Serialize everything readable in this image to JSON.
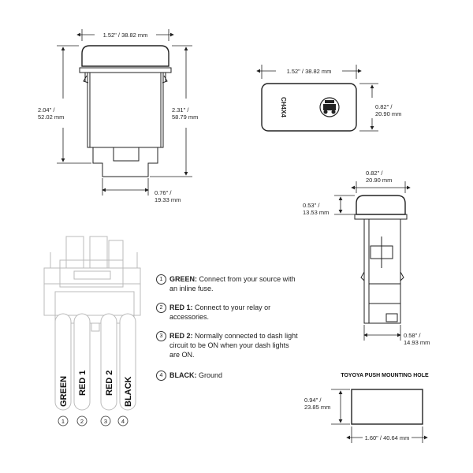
{
  "dimensions": {
    "top_width": "1.52\" / 38.82 mm",
    "body_height": "2.04\" /\n52.02 mm",
    "overall_height": "2.31\" /\n58.79 mm",
    "bottom_width": "0.76\" /\n19.33 mm",
    "face_width": "1.52\" / 38.82 mm",
    "face_height": "0.82\" /\n20.90 mm",
    "side_width": "0.82\" /\n20.90 mm",
    "cap_height": "0.53\" /\n13.53 mm",
    "side_depth": "0.58\" /\n14.93 mm",
    "hole_height": "0.94\" /\n23.85 mm",
    "hole_width": "1.60\" / 40.64 mm"
  },
  "switch_label": "CH4X4",
  "mounting_hole_title": "TOYOYA PUSH MOUNTING HOLE",
  "wires": [
    "GREEN",
    "RED 1",
    "RED 2",
    "BLACK"
  ],
  "wire_numbers": [
    "1",
    "2",
    "3",
    "4"
  ],
  "legend": [
    {
      "num": "1",
      "name": "GREEN:",
      "text": "Connect from your source with an inline fuse."
    },
    {
      "num": "2",
      "name": "RED 1:",
      "text": "Connect to your relay or accessories."
    },
    {
      "num": "3",
      "name": "RED 2:",
      "text": "Normally connected to dash light circuit to be ON when your dash lights are ON."
    },
    {
      "num": "4",
      "name": "BLACK:",
      "text": "Ground"
    }
  ]
}
